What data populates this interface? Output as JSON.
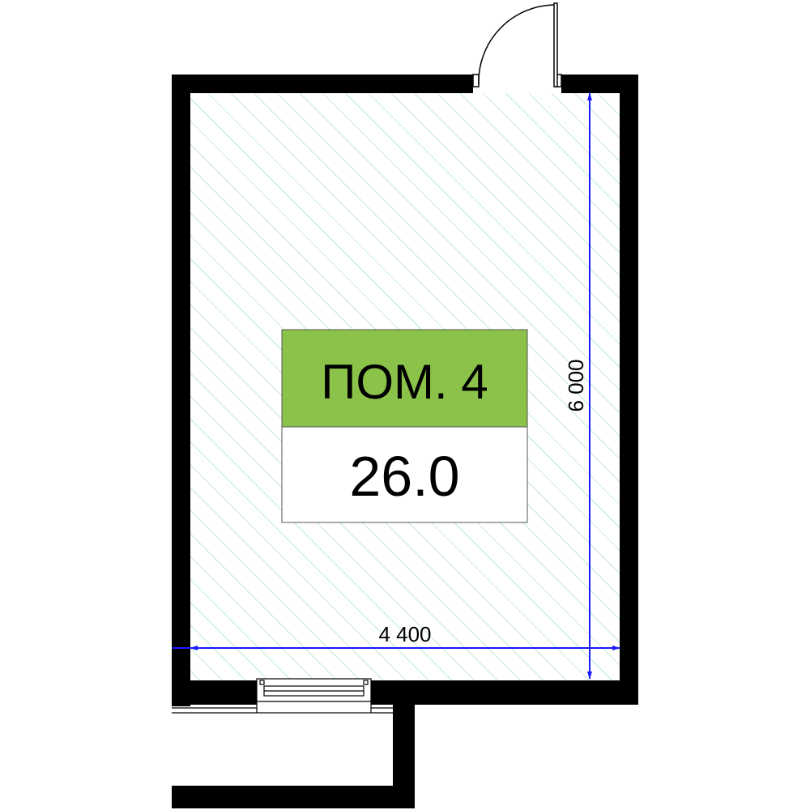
{
  "room": {
    "name": "ПОМ. 4",
    "area": "26.0",
    "name_bg_color": "#8bc34a",
    "hatch_color": "#9ee0b8",
    "wall_color": "#000000"
  },
  "dimensions": {
    "width": "4 400",
    "height": "6 000",
    "line_color": "#1a1aff"
  }
}
